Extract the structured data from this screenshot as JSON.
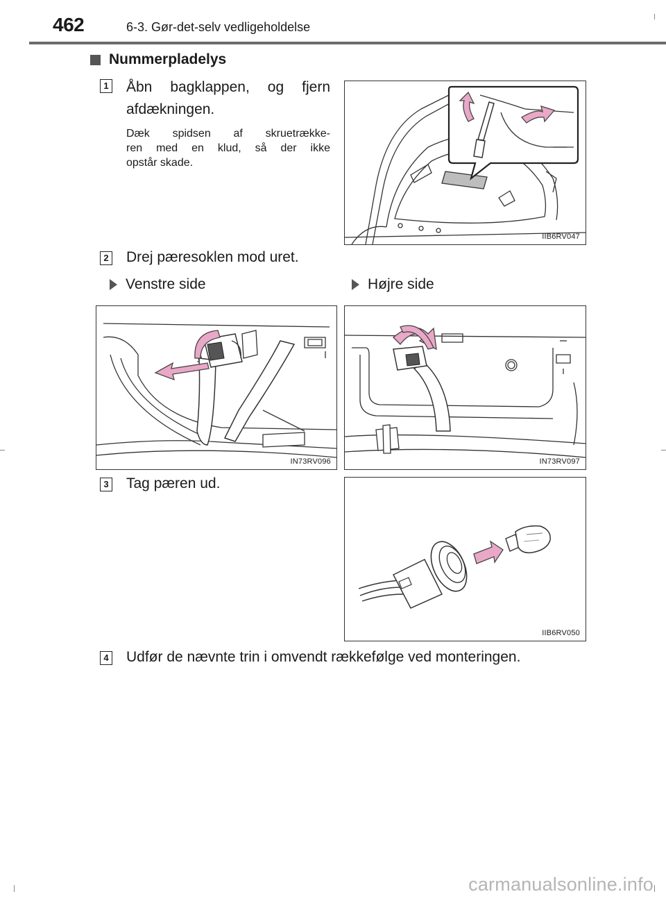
{
  "header": {
    "page_number": "462",
    "section_title": "6-3. Gør-det-selv vedligeholdelse"
  },
  "section": {
    "heading": "Nummerpladelys"
  },
  "steps": [
    {
      "number": "1",
      "text_line1": "Åbn bagklappen, og fjern",
      "text_line2": "afdækningen.",
      "note_line1": "Dæk spidsen af skruetrække-",
      "note_line2": "ren med en klud, så der ikke",
      "note_line3": "opstår skade.",
      "figure_code": "IIB6RV047"
    },
    {
      "number": "2",
      "text": "Drej pæresoklen mod uret.",
      "left_label": "Venstre side",
      "right_label": "Højre side",
      "left_figure_code": "IN73RV096",
      "right_figure_code": "IN73RV097"
    },
    {
      "number": "3",
      "text": "Tag pæren ud.",
      "figure_code": "IIB6RV050"
    },
    {
      "number": "4",
      "text": "Udfør de nævnte trin i omvendt rækkefølge ved monteringen."
    }
  ],
  "footer": {
    "watermark": "carmanualsonline.info"
  },
  "colors": {
    "arrow_fill": "#e9a8c8",
    "arrow_stroke": "#444444",
    "rule": "#6b6b6b"
  }
}
